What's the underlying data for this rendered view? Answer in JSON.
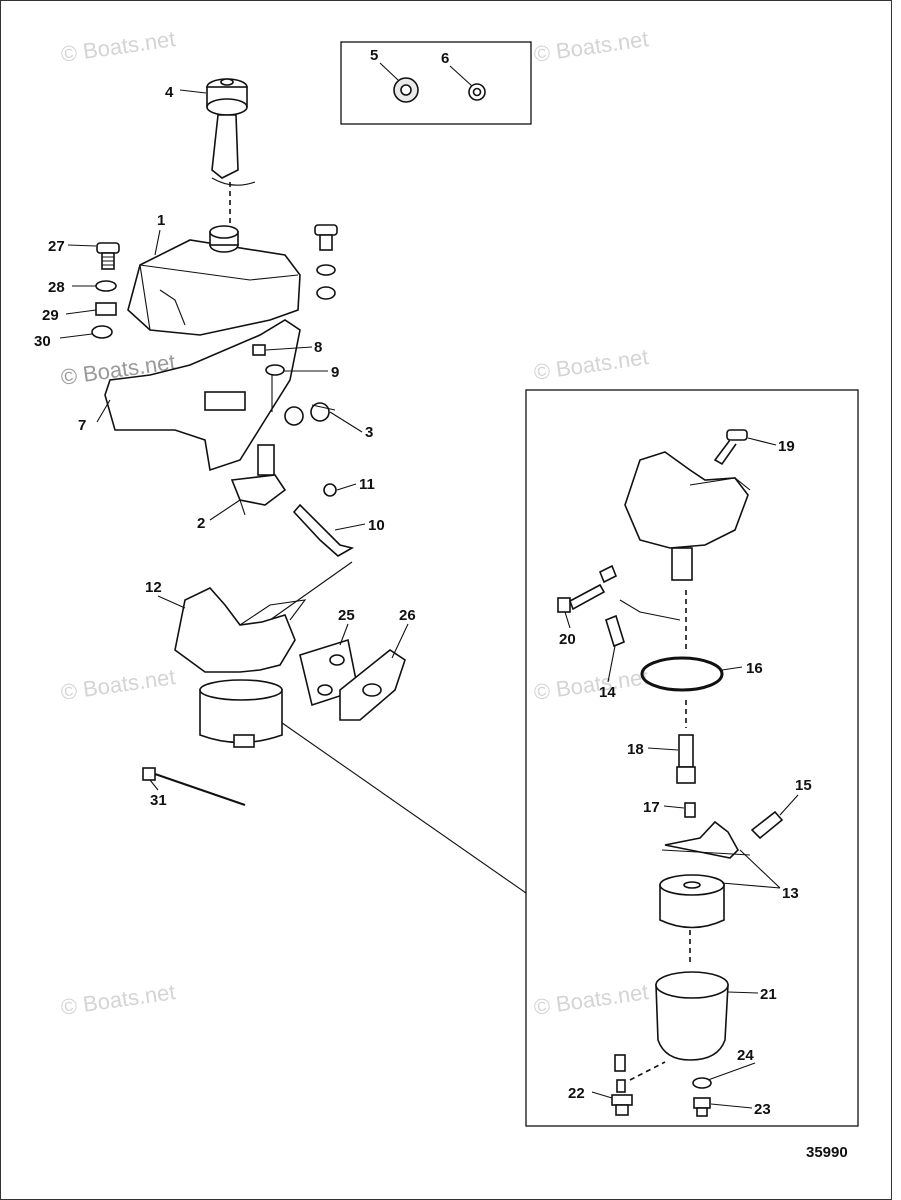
{
  "watermark": "© Boats.net",
  "figure_number": "35990",
  "callouts": [
    "1",
    "2",
    "3",
    "4",
    "5",
    "6",
    "7",
    "8",
    "9",
    "10",
    "11",
    "12",
    "13",
    "14",
    "15",
    "16",
    "17",
    "18",
    "19",
    "20",
    "21",
    "22",
    "23",
    "24",
    "25",
    "26",
    "27",
    "28",
    "29",
    "30",
    "31"
  ]
}
